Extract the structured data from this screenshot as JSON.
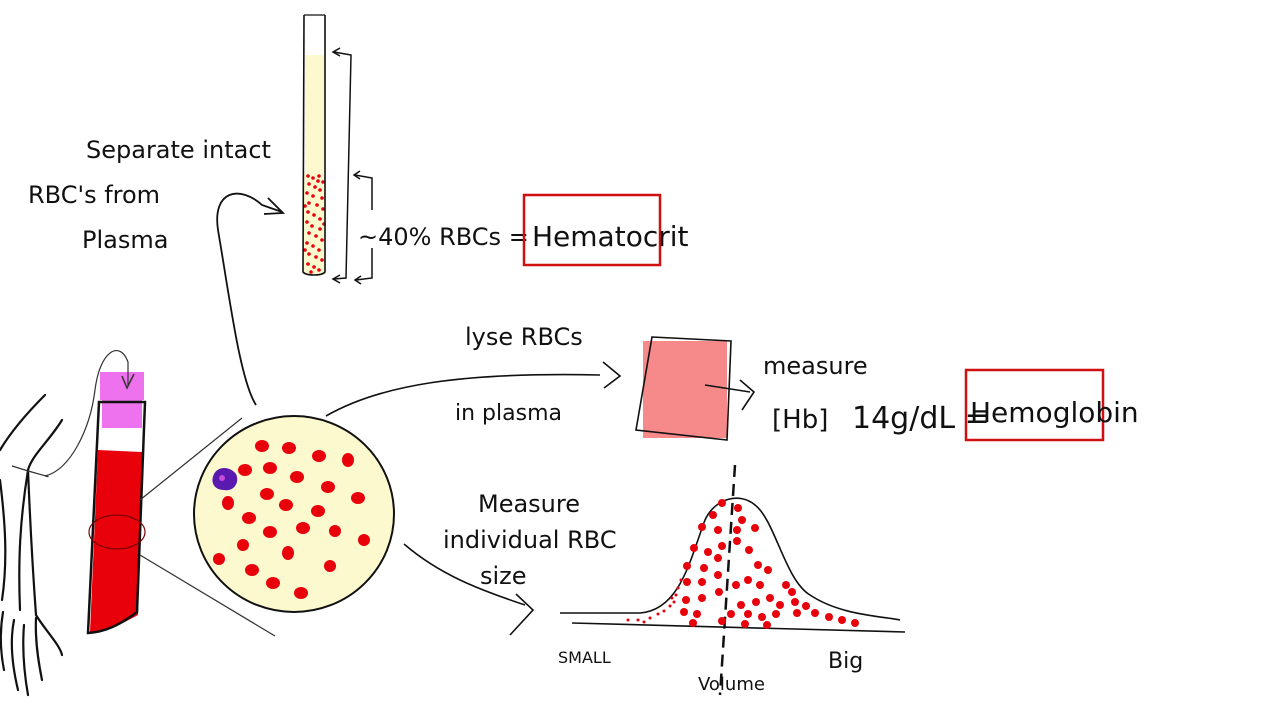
{
  "colors": {
    "ink": "#111111",
    "red": "#e8000a",
    "plasma": "#fdf9cf",
    "cap": "#ee72ee",
    "lysate": "#f68a8a",
    "box_red": "#d01010",
    "wbc": "#5a1ab0"
  },
  "labels": {
    "separate_line1": "Separate intact",
    "separate_line2": "RBC's from",
    "separate_line3": "Plasma",
    "hematocrit_expr": "~40% RBCs =",
    "hematocrit_box": "Hematocrit",
    "lyse_top": "lyse RBCs",
    "lyse_bottom": "in plasma",
    "measure": "measure",
    "hb_bracket": "[Hb]",
    "hb_value": "14g/dL =",
    "hemoglobin_box": "Hemoglobin",
    "measure_size_line1": "Measure",
    "measure_size_line2": "individual RBC",
    "measure_size_line3": "size",
    "axis_small": "SMALL",
    "axis_big": "Big",
    "axis_volume": "Volume"
  }
}
